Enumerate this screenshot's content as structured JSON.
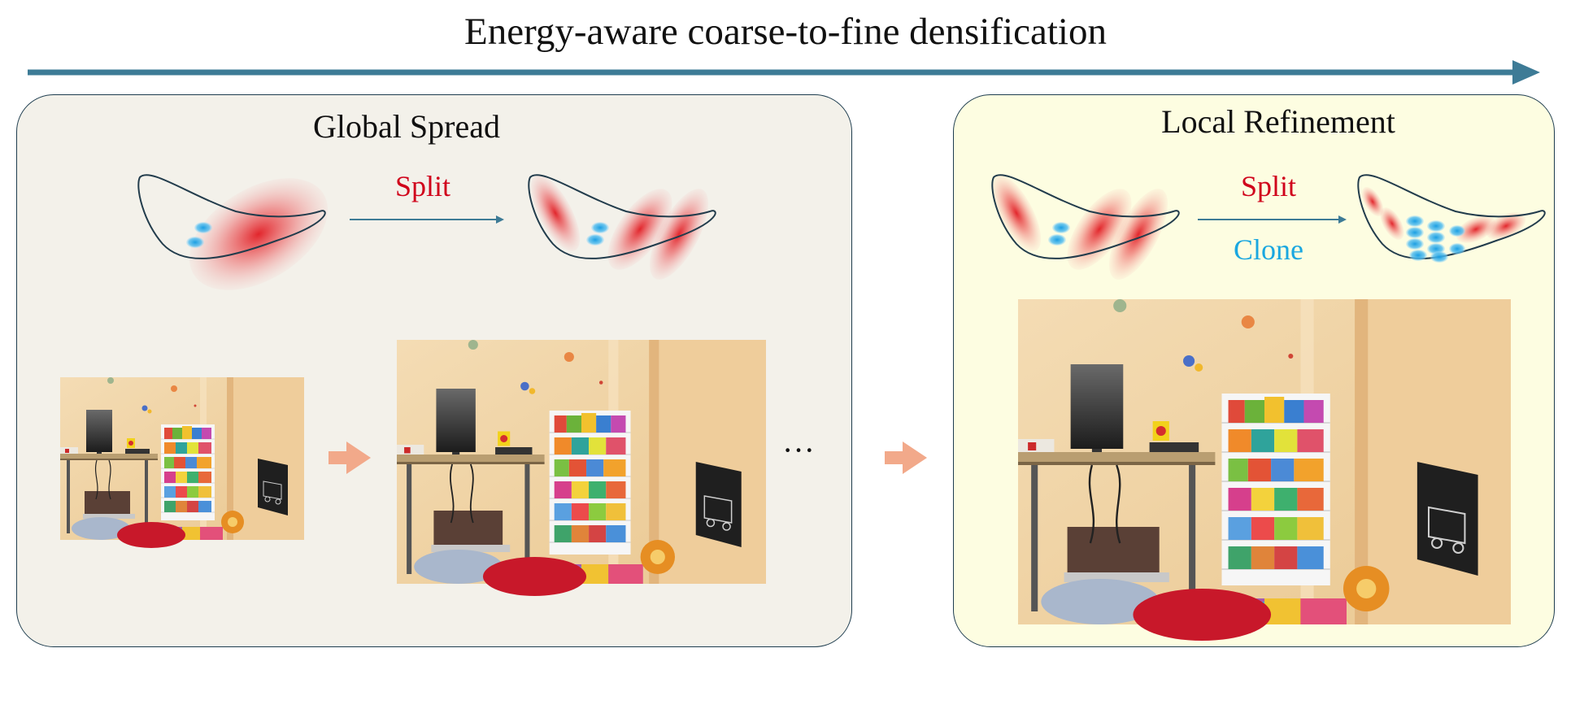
{
  "title": "Energy-aware coarse-to-fine densification",
  "panels": {
    "global": {
      "title": "Global Spread",
      "operation": "Split",
      "ellipsis": "···"
    },
    "local": {
      "title": "Local Refinement",
      "operation_split": "Split",
      "operation_clone": "Clone"
    }
  },
  "colors": {
    "arrow_main": "#3d7b96",
    "panel_left_bg": "#f3f1ea",
    "panel_right_bg": "#fdfde1",
    "split_text": "#d0021b",
    "clone_text": "#1aa7e0",
    "step_arrow": "#f2a98a",
    "gaussian_red": "#e11b22",
    "gaussian_blue": "#29a9e8"
  },
  "icons": [
    "timeline-arrow",
    "step-arrow-icon",
    "gaussian-shape-icon",
    "scene-photo"
  ]
}
